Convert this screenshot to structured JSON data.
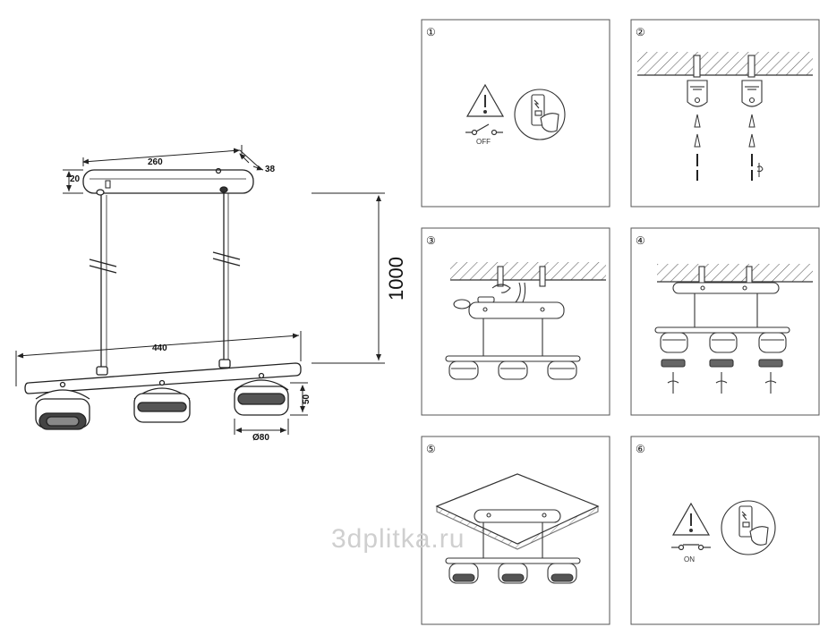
{
  "dimensions": {
    "canopy_length": "260",
    "canopy_depth": "38",
    "canopy_height": "20",
    "bar_length": "440",
    "height": "1000",
    "shade_height": "50",
    "shade_diameter": "Ø80"
  },
  "steps": [
    {
      "number": "①",
      "switch_label": "OFF"
    },
    {
      "number": "②"
    },
    {
      "number": "③"
    },
    {
      "number": "④"
    },
    {
      "number": "⑤"
    },
    {
      "number": "⑥",
      "switch_label": "ON"
    }
  ],
  "watermark": "3dplitka.ru",
  "colors": {
    "line": "#222222",
    "hatch": "#555555",
    "panel_border": "#555555"
  },
  "icons": [
    "warning-triangle-icon",
    "switch-icon",
    "switchboard-hand-icon",
    "screw-icon",
    "anchor-icon",
    "screwdriver-icon"
  ]
}
